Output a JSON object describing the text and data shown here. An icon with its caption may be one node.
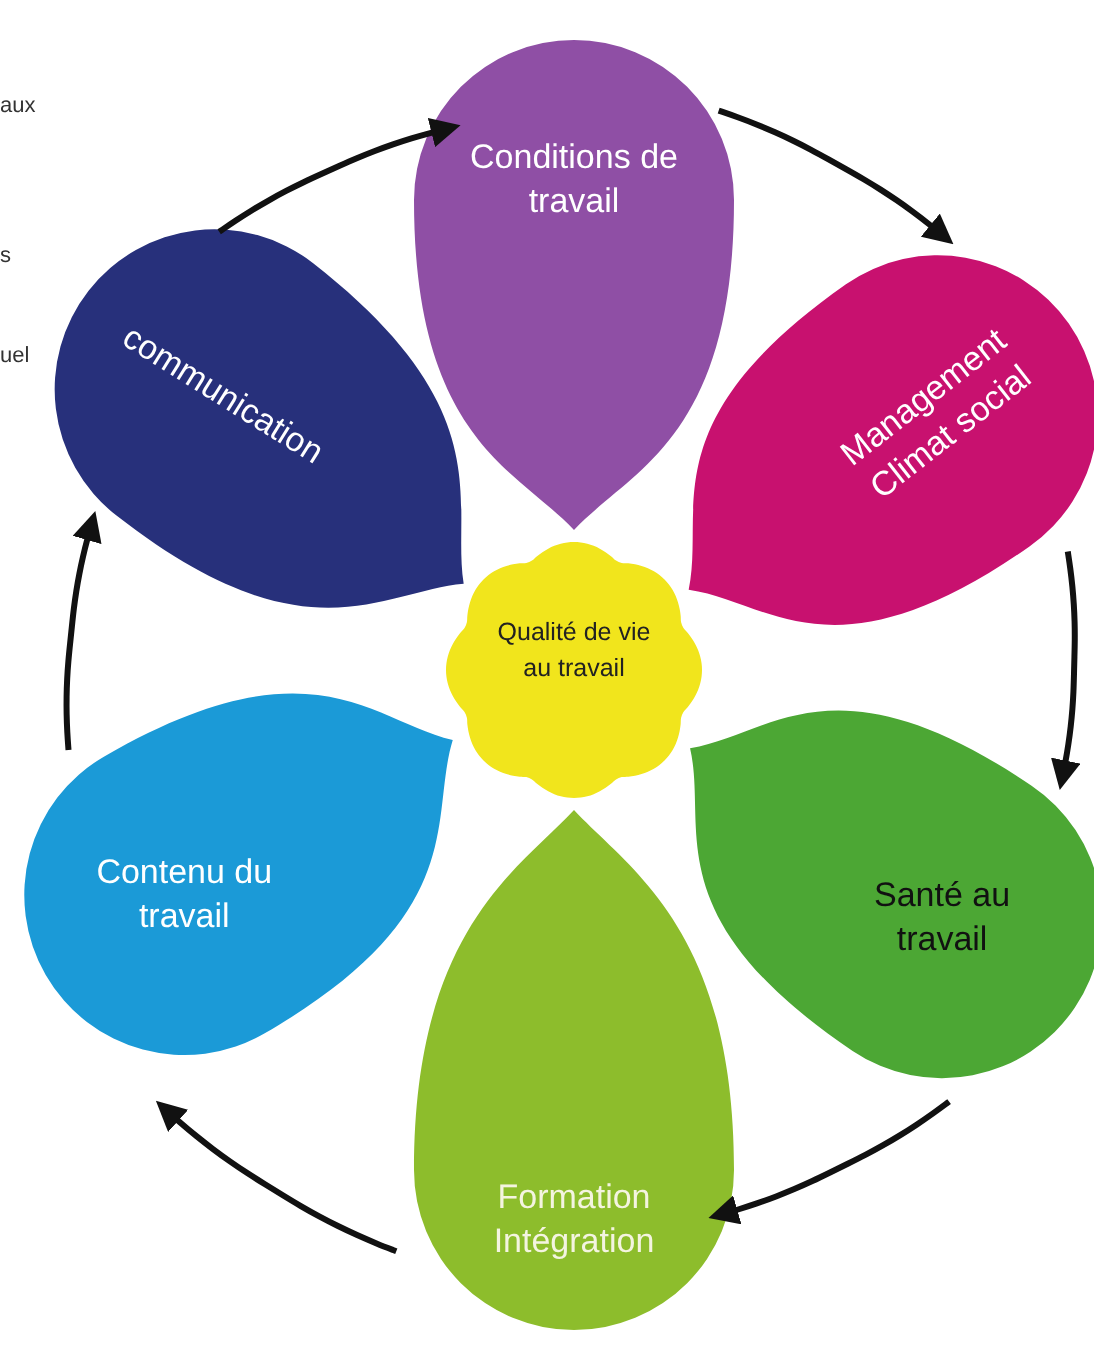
{
  "diagram": {
    "nodes": [
      {
        "text": [
          "Conditions de travail"
        ]
      },
      {
        "text": [
          "communication"
        ]
      },
      {
        "text": [
          "Management Climat social"
        ]
      },
      {
        "text": [
          "Qualité de vie au travail"
        ]
      },
      {
        "text": [
          "Contenu du travail"
        ]
      },
      {
        "text": [
          "Santé au travail"
        ]
      },
      {
        "text": [
          "Formation Intégration"
        ]
      }
    ],
    "edges": [
      {
        "from": 1,
        "to": 0,
        "arrow": "to"
      },
      {
        "from": 0,
        "to": 2,
        "arrow": "to"
      },
      {
        "from": 2,
        "to": 5,
        "arrow": "to"
      },
      {
        "from": 5,
        "to": 6,
        "arrow": "to"
      },
      {
        "from": 6,
        "to": 4,
        "arrow": "to"
      },
      {
        "from": 4,
        "to": 1,
        "arrow": "to"
      }
    ],
    "labels": [
      "aux",
      "s",
      "uel"
    ]
  }
}
